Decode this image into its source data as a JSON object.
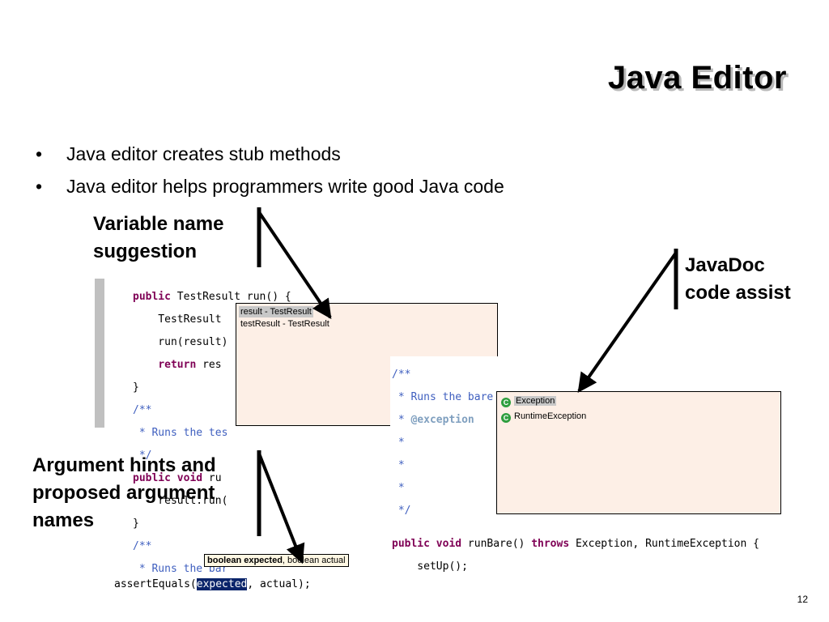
{
  "slide": {
    "title": "Java Editor",
    "bullets": [
      "Java editor creates stub methods",
      "Java editor helps programmers write good Java code"
    ],
    "page_number": "12"
  },
  "labels": {
    "variable_name": [
      "Variable name",
      "suggestion"
    ],
    "javadoc": [
      "JavaDoc",
      "code assist"
    ],
    "argument_hints": [
      "Argument hints and",
      "proposed argument",
      "names"
    ]
  },
  "code1": {
    "line1_kw": "public",
    "line1_rest": " TestResult run() {",
    "line2": "    TestResult ",
    "line3": "    run(result)",
    "line4_kw": "return",
    "line4_rest": " res",
    "line5": "}",
    "line6": "/**",
    "line7": " * Runs the tes",
    "line8": " */",
    "line9_kw": "public void",
    "line9_rest": " ru",
    "line10": "    result.run(",
    "line11": "}",
    "line12": "/**",
    "line13": " * Runs the bar"
  },
  "popup1": {
    "items": [
      "result - TestResult",
      "testResult - TestResult"
    ]
  },
  "code2": {
    "c1": "/**",
    "c2": " * Runs the bare test sequence.",
    "c3_prefix": " * ",
    "c3_tag": "@exception",
    "c4": " *",
    "c5": " *",
    "c6": " *",
    "c7": " */",
    "sig_kw1": "public void",
    "sig_name": " runBare() ",
    "sig_kw2": "throws",
    "sig_rest": " Exception, RuntimeException {",
    "body": "    setUp();"
  },
  "popup2": {
    "icon_letter": "C",
    "items": [
      "Exception",
      "RuntimeException"
    ]
  },
  "code3": {
    "hint_bold": "boolean expected",
    "hint_rest": ", boolean actual",
    "prefix": "assertEquals(",
    "selected": "expected",
    "suffix": ", actual);"
  },
  "colors": {
    "keyword": "#7f0055",
    "comment": "#3f5fbf",
    "popup_bg": "#fdefe6",
    "class_icon": "#2e9e3e",
    "selection": "#0a246a"
  }
}
